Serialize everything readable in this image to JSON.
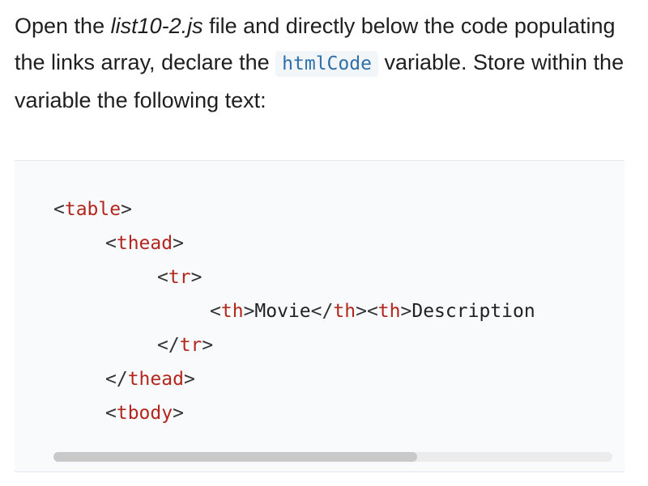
{
  "instruction": {
    "part1": "Open the ",
    "file": "list10-2.js",
    "part2": " file and directly below the code populating the links array, declare the ",
    "code": "htmlCode",
    "part3": " variable. Store within the variable the following text:"
  },
  "code_lines": {
    "l1": {
      "open": "<",
      "tag": "table",
      "close": ">"
    },
    "l2": {
      "open": "<",
      "tag": "thead",
      "close": ">"
    },
    "l3": {
      "open": "<",
      "tag": "tr",
      "close": ">"
    },
    "l4": {
      "th_open_a": "<",
      "th_tag_a": "th",
      "th_close_a": ">",
      "text_a": "Movie",
      "th_end_open_a": "</",
      "th_end_tag_a": "th",
      "th_end_close_a": ">",
      "th_open_b": "<",
      "th_tag_b": "th",
      "th_close_b": ">",
      "text_b": "Description"
    },
    "l5": {
      "open": "</",
      "tag": "tr",
      "close": ">"
    },
    "l6": {
      "open": "</",
      "tag": "thead",
      "close": ">"
    },
    "l7": {
      "open": "<",
      "tag": "tbody",
      "close": ">"
    }
  },
  "scrollbar": {
    "position_fraction": 0.0,
    "visible_fraction": 0.65
  }
}
